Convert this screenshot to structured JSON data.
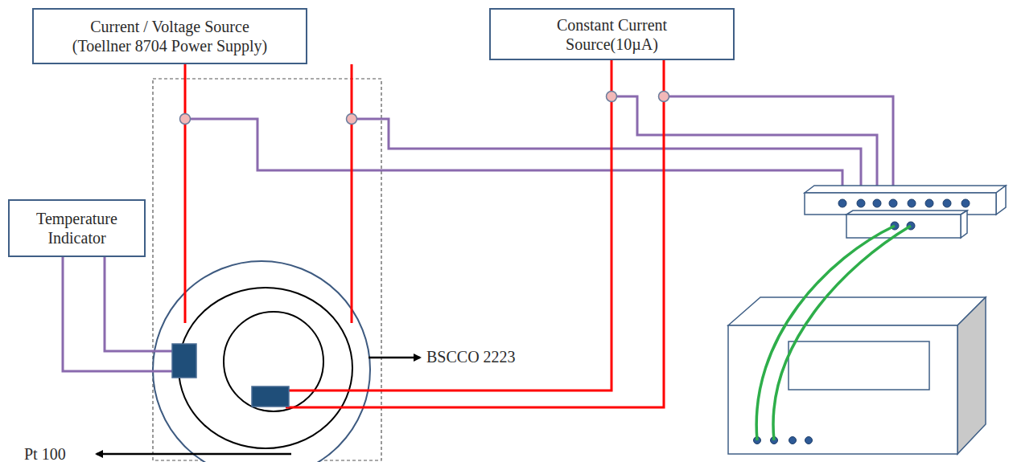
{
  "diagram": {
    "nodes": [
      {
        "text": [
          "Current / Voltage Source (Toellner 8704 Power Supply)"
        ]
      },
      {
        "text": [
          "Constant Current Source(10µA)"
        ]
      },
      {
        "text": [
          "Temperature Indicator"
        ]
      }
    ],
    "labels": [
      "BSCCO 2223",
      "Pt 100"
    ]
  }
}
